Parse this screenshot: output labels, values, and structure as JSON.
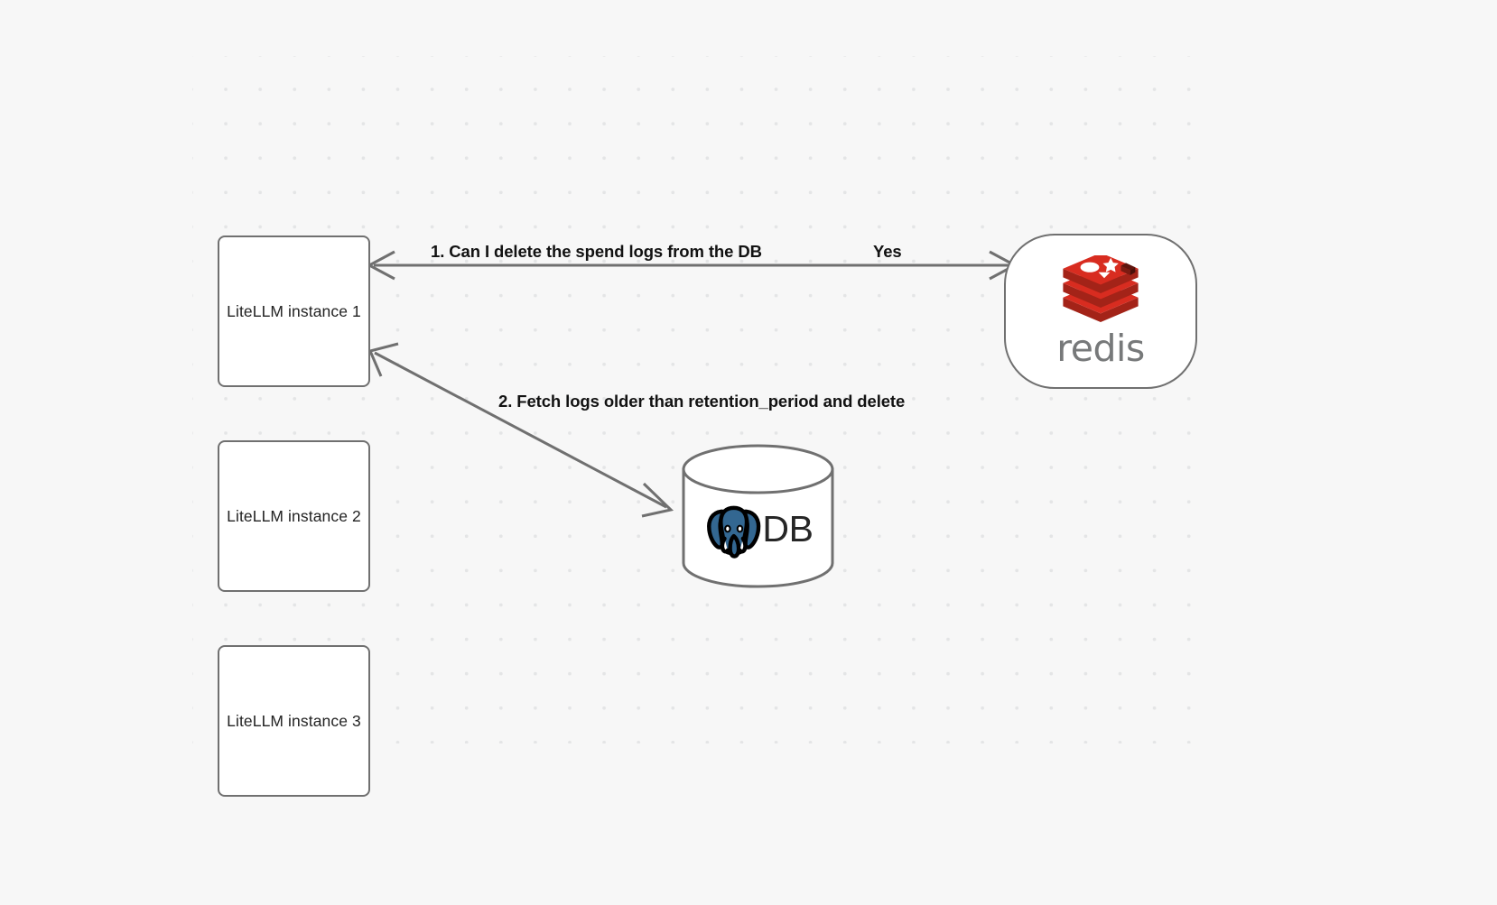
{
  "canvas": {
    "background_color": "#f7f7f7",
    "grid": "dot-grid"
  },
  "nodes": [
    {
      "id": "litellm-1",
      "label": "LiteLLM instance 1",
      "type": "box"
    },
    {
      "id": "litellm-2",
      "label": "LiteLLM instance 2",
      "type": "box"
    },
    {
      "id": "litellm-3",
      "label": "LiteLLM instance 3",
      "type": "box"
    },
    {
      "id": "redis",
      "label": "redis",
      "type": "rounded",
      "logo": "redis-logo"
    },
    {
      "id": "db",
      "label": "DB",
      "type": "cylinder",
      "logo": "postgresql-elephant-logo"
    }
  ],
  "edges": [
    {
      "id": "edge-1",
      "from": "litellm-1",
      "to": "redis",
      "label": "1.  Can I delete the spend logs from the DB",
      "reply_label": "Yes",
      "arrowheads": "both"
    },
    {
      "id": "edge-2",
      "from": "litellm-1",
      "to": "db",
      "label": "2.  Fetch logs older than retention_period and delete",
      "arrowheads": "both"
    }
  ],
  "colors": {
    "background": "#f7f7f7",
    "dot": "#e4e5e6",
    "node_border": "#707070",
    "node_fill": "#ffffff",
    "edge_stroke": "#707070",
    "label_text": "#121212",
    "node_label_text": "#232323",
    "redis_red": "#d82c20",
    "redis_red_dark": "#a32318",
    "redis_wordmark_gray": "#77797a",
    "postgres_blue": "#336791",
    "postgres_outline": "#000000"
  }
}
